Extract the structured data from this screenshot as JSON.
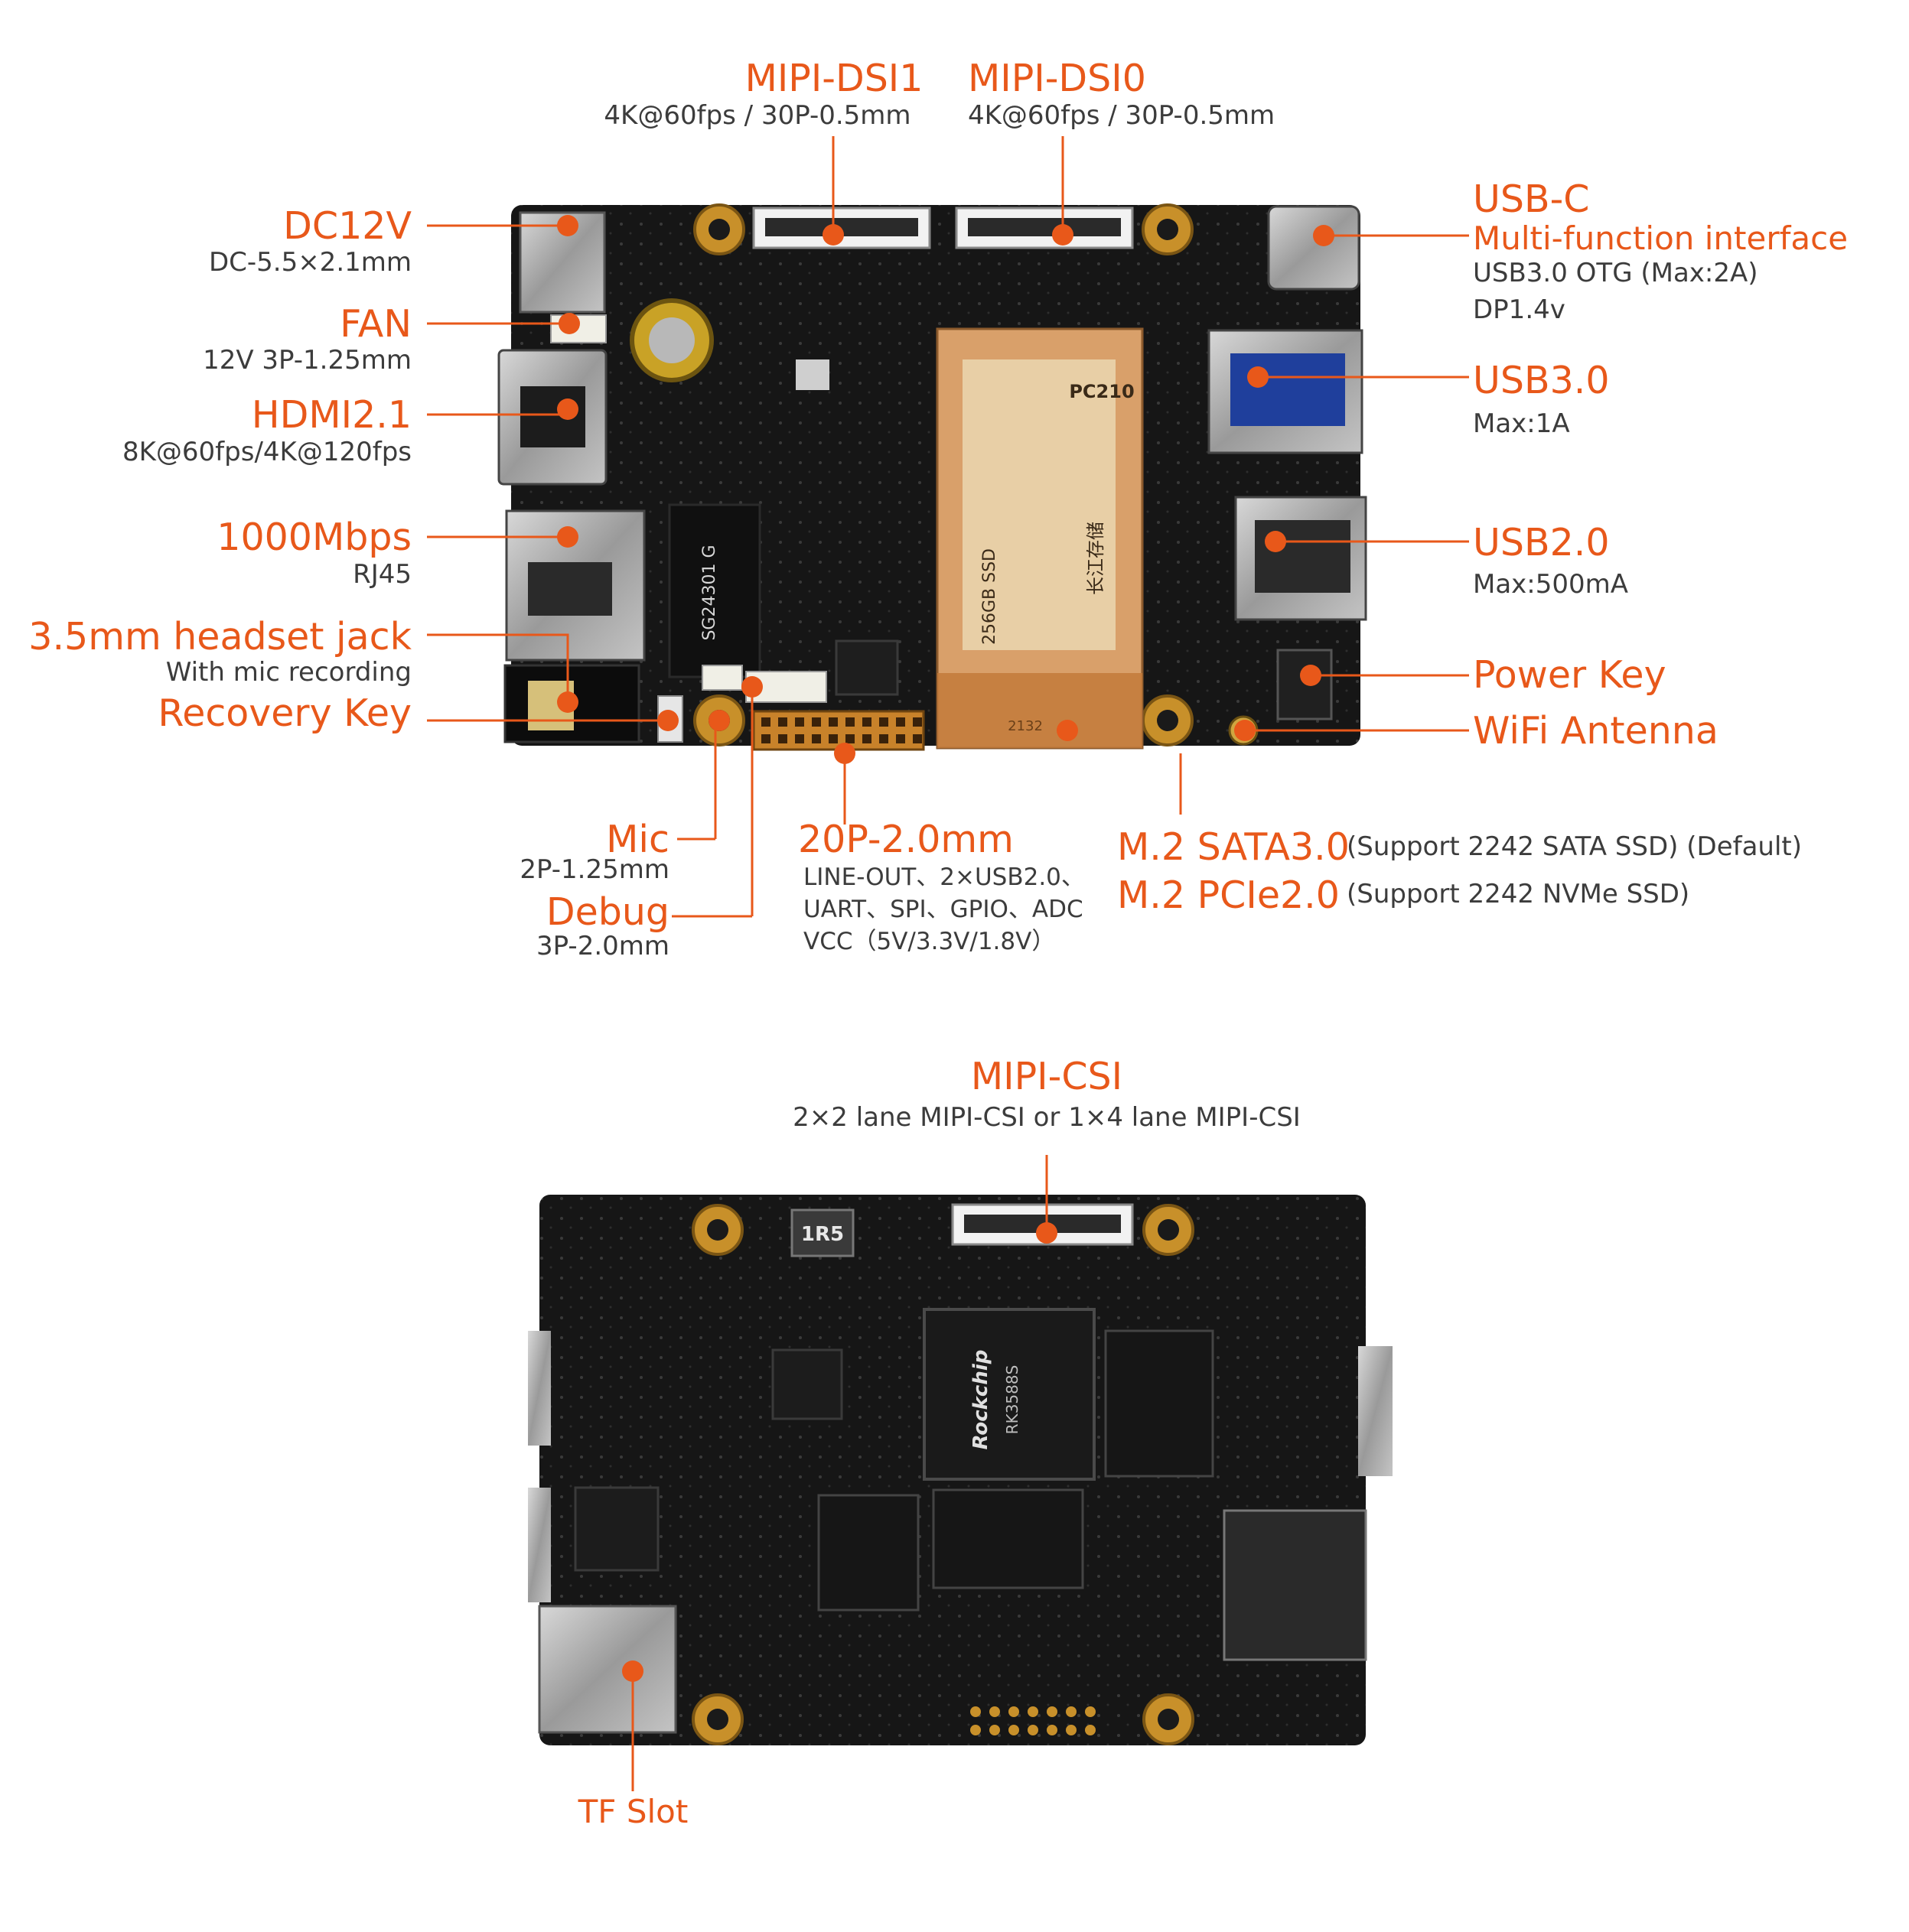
{
  "colors": {
    "accent": "#e8581a",
    "pcb": "#141414",
    "ssd_label": "#d9a06a",
    "text": "#3c3c3c"
  },
  "top_board": {
    "labels": {
      "mipi_dsi1": {
        "title": "MIPI-DSI1",
        "sub": "4K@60fps / 30P-0.5mm"
      },
      "mipi_dsi0": {
        "title": "MIPI-DSI0",
        "sub": "4K@60fps / 30P-0.5mm"
      },
      "dc12v": {
        "title": "DC12V",
        "sub": "DC-5.5×2.1mm"
      },
      "fan": {
        "title": "FAN",
        "sub": "12V 3P-1.25mm"
      },
      "hdmi": {
        "title": "HDMI2.1",
        "sub": "8K@60fps/4K@120fps"
      },
      "ethernet": {
        "title": "1000Mbps",
        "sub": "RJ45"
      },
      "headset": {
        "title": "3.5mm headset jack",
        "sub": "With mic recording"
      },
      "recovery": {
        "title": "Recovery Key"
      },
      "usbc": {
        "title": "USB-C",
        "title2": "Multi-function interface",
        "sub1": "USB3.0 OTG (Max:2A)",
        "sub2": "DP1.4v"
      },
      "usb3": {
        "title": "USB3.0",
        "sub": "Max:1A"
      },
      "usb2": {
        "title": "USB2.0",
        "sub": "Max:500mA"
      },
      "power": {
        "title": "Power Key"
      },
      "wifi": {
        "title": "WiFi Antenna"
      },
      "mic": {
        "title": "Mic",
        "sub": "2P-1.25mm"
      },
      "debug": {
        "title": "Debug",
        "sub": "3P-2.0mm"
      },
      "header20p": {
        "title": "20P-2.0mm",
        "sub1": "LINE-OUT、2×USB2.0、",
        "sub2": "UART、SPI、GPIO、ADC",
        "sub3": "VCC（5V/3.3V/1.8V）"
      },
      "m2_sata": {
        "title": "M.2 SATA3.0",
        "sub": "(Support 2242 SATA SSD)  (Default)"
      },
      "m2_pcie": {
        "title": "M.2 PCIe2.0",
        "sub": "(Support 2242 NVMe SSD)"
      }
    },
    "chip_marks": {
      "lan_transformer": "SG24301 G",
      "ssd_brand": "长江存储",
      "ssd_model": "PC210",
      "ssd_capacity": "256GB SSD",
      "ssd_code": "2132"
    }
  },
  "bottom_board": {
    "labels": {
      "mipi_csi": {
        "title": "MIPI-CSI",
        "sub": "2×2 lane MIPI-CSI  or 1×4 lane MIPI-CSI"
      },
      "tf_slot": {
        "title": "TF Slot"
      }
    },
    "chip_marks": {
      "soc_brand": "Rockchip",
      "soc_model": "RK3588S",
      "inductor": "1R5"
    }
  }
}
